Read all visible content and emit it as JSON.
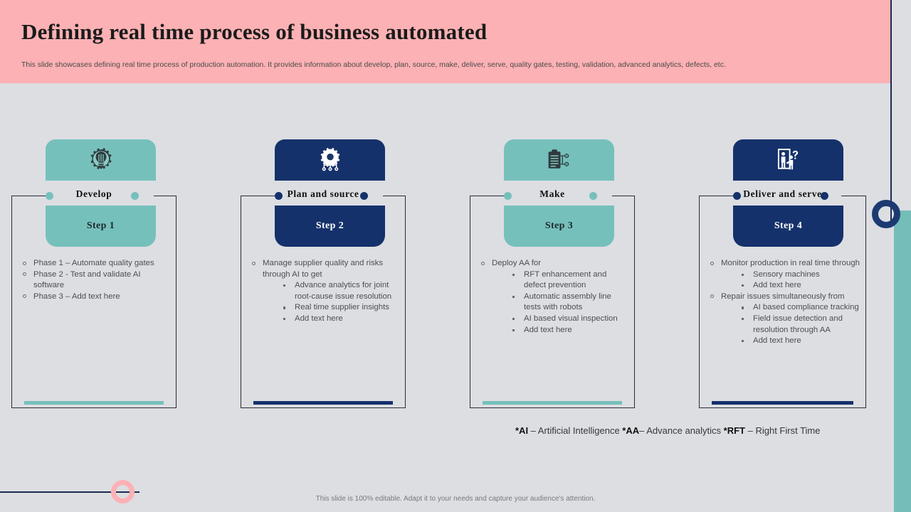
{
  "header": {
    "title": "Defining real time process of business automated",
    "subtitle": "This slide showcases defining real time process of production automation. It provides information about develop, plan, source, make, deliver, serve, quality gates, testing, validation, advanced analytics, defects, etc."
  },
  "colors": {
    "header_band": "#fcb1b4",
    "background": "#dcdee2",
    "teal": "#76c0bc",
    "navy": "#15316b",
    "text": "#4c4e52"
  },
  "columns": [
    {
      "icon": "lightbulb-gear-icon",
      "title": "Develop",
      "step": "Step 1",
      "theme": "teal",
      "bullets": [
        {
          "text": "Phase 1 – Automate quality gates",
          "sub": []
        },
        {
          "text": "Phase 2 - Test and validate AI software",
          "sub": []
        },
        {
          "text": "Phase 3 – Add text here",
          "sub": []
        }
      ]
    },
    {
      "icon": "gear-network-icon",
      "title": "Plan and source",
      "step": "Step 2",
      "theme": "navy",
      "bullets": [
        {
          "text": "Manage supplier quality and risks through AI to get",
          "sub": [
            "Advance analytics for joint root-cause issue resolution",
            "Real time supplier insights",
            "Add text here"
          ]
        }
      ]
    },
    {
      "icon": "clipboard-nodes-icon",
      "title": "Make",
      "step": "Step 3",
      "theme": "teal",
      "bullets": [
        {
          "text": "Deploy AA for",
          "sub": [
            "RFT enhancement and defect prevention",
            "Automatic assembly line tests with robots",
            "AI based visual inspection",
            "Add text here"
          ]
        }
      ]
    },
    {
      "icon": "delivery-person-icon",
      "title": "Deliver and serve",
      "step": "Step 4",
      "theme": "navy",
      "bullets": [
        {
          "text": "Monitor production in real time through",
          "sub": [
            "Sensory machines",
            "Add text here"
          ]
        },
        {
          "text": "Repair issues simultaneously from",
          "sub": [
            "AI based compliance tracking",
            "Field issue detection and resolution through AA",
            "Add text here"
          ]
        }
      ]
    }
  ],
  "legend": {
    "ai_abbr": "*AI",
    "ai_text": " – Artificial Intelligence ",
    "aa_abbr": "*AA",
    "aa_text": "– Advance analytics ",
    "rft_abbr": "*RFT",
    "rft_text": " – Right First Time"
  },
  "footer": {
    "note": "This slide is 100% editable. Adapt it to your needs and capture your audience's attention."
  }
}
